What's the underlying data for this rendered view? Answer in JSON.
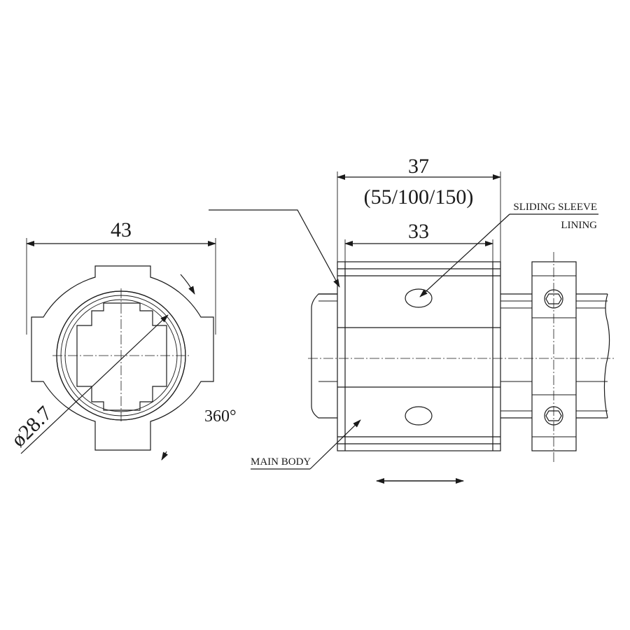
{
  "dimensions": {
    "outer_width": "43",
    "housing_length": "37",
    "housing_length_options": "(55/100/150)",
    "lining_length": "33",
    "diameter": "ø28.7",
    "rotation": "360°"
  },
  "labels": {
    "sliding_sleeve_line1": "SLIDING SLEEVE",
    "sliding_sleeve_line2": "LINING",
    "main_body": "MAIN BODY"
  },
  "colors": {
    "part_fill": "#d0d3d2",
    "line": "#1a1a1a"
  }
}
